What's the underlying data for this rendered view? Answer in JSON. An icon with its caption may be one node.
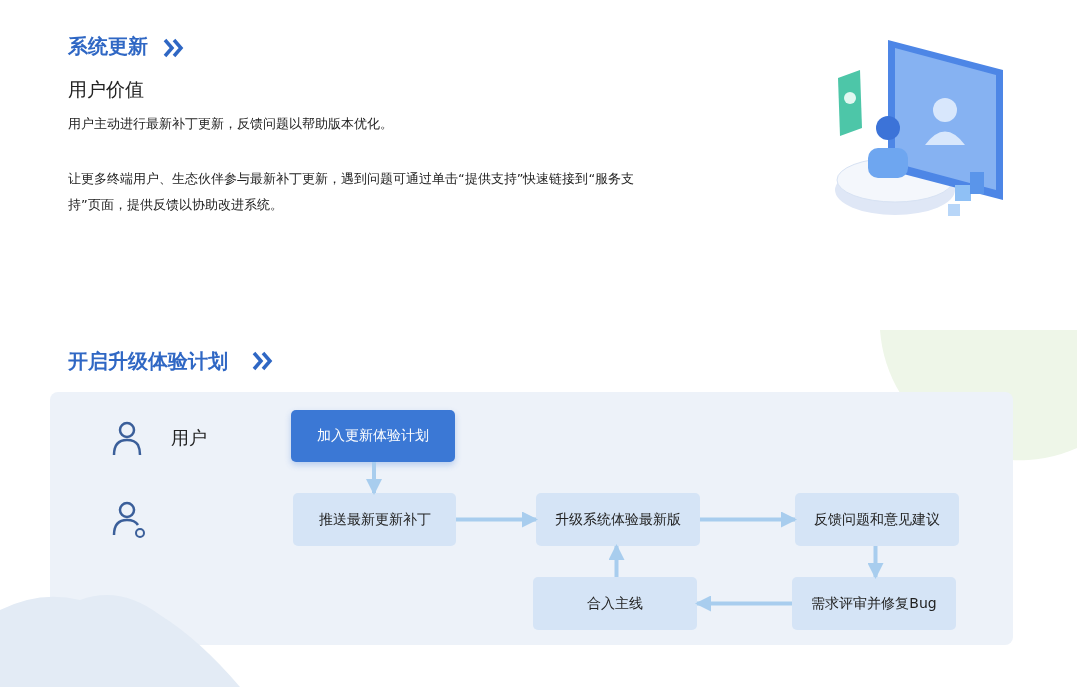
{
  "diagram": {
    "title": "系统更新",
    "nodes": [
      {
        "text": [
          "加入更新体验计划"
        ]
      },
      {
        "text": [
          "推送最新更新补丁"
        ]
      },
      {
        "text": [
          "升级系统体验最新版"
        ]
      },
      {
        "text": [
          "反馈问题和意见建议"
        ]
      },
      {
        "text": [
          "需求评审并修复Bug"
        ]
      },
      {
        "text": [
          "合入主线"
        ]
      }
    ],
    "edges": [
      {
        "from": 0,
        "to": 1,
        "arrow": "to"
      },
      {
        "from": 1,
        "to": 2,
        "arrow": "to"
      },
      {
        "from": 2,
        "to": 3,
        "arrow": "to"
      },
      {
        "from": 3,
        "to": 4,
        "arrow": "to"
      },
      {
        "from": 4,
        "to": 5,
        "arrow": "to"
      },
      {
        "from": 5,
        "to": 2,
        "arrow": "to"
      }
    ],
    "labels": [
      "用户价值",
      "用户主动进行最新补丁更新，反馈问题以帮助版本优化。",
      "让更多终端用户、生态伙伴参与最新补丁更新，遇到问题可通过单击“提供支持”快速链接到“服务支持”页面，提供反馈以协助改进系统。",
      "开启升级体验计划",
      "用户"
    ]
  }
}
